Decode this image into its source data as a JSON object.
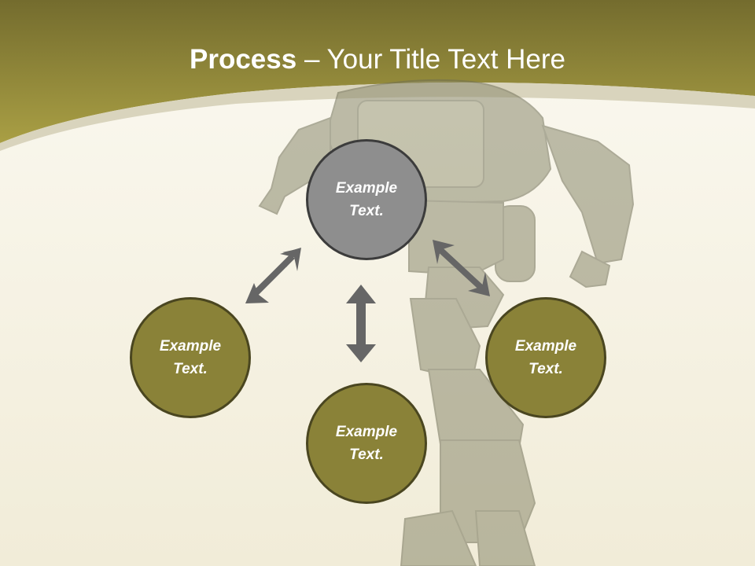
{
  "title": {
    "bold": "Process",
    "rest": " – Your Title Text Here"
  },
  "nodes": [
    {
      "id": "top",
      "line1": "Example",
      "line2": "Text."
    },
    {
      "id": "left",
      "line1": "Example",
      "line2": "Text."
    },
    {
      "id": "bottom",
      "line1": "Example",
      "line2": "Text."
    },
    {
      "id": "right",
      "line1": "Example",
      "line2": "Text."
    }
  ],
  "colors": {
    "header_dark": "#746c2e",
    "header_light": "#a49a3e",
    "accent_node": "#8a8238",
    "center_node": "#8e8e8e",
    "arrow": "#666666",
    "background": "#f5f1e4"
  },
  "icons": [
    "robot-illustration",
    "double-arrow"
  ]
}
